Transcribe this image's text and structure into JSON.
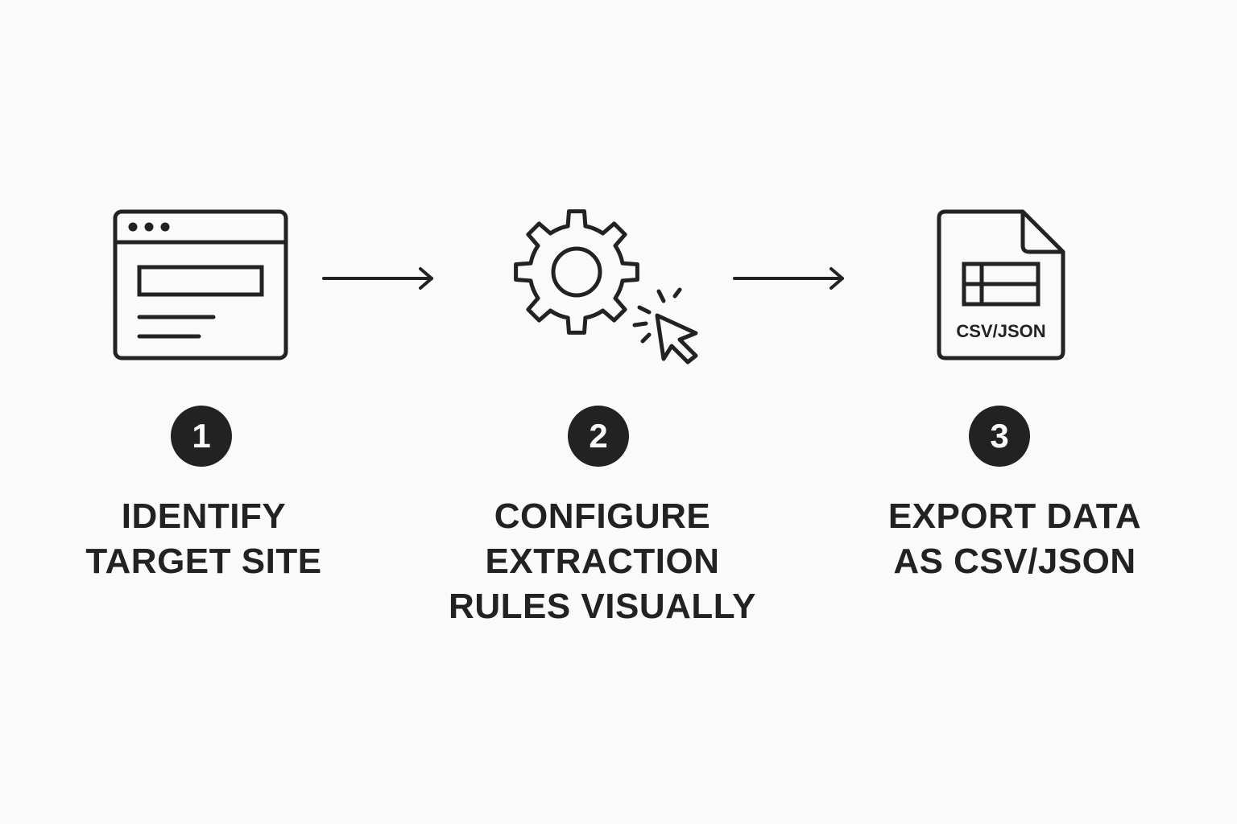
{
  "steps": [
    {
      "number": "1",
      "icon": "browser-window-icon",
      "label_lines": [
        "IDENTIFY",
        "TARGET SITE"
      ]
    },
    {
      "number": "2",
      "icon": "gear-with-cursor-icon",
      "label_lines": [
        "CONFIGURE",
        "EXTRACTION",
        "RULES VISUALLY"
      ]
    },
    {
      "number": "3",
      "icon": "data-file-icon",
      "icon_text": "CSV/JSON",
      "label_lines": [
        "EXPORT DATA",
        "AS CSV/JSON"
      ]
    }
  ],
  "colors": {
    "background": "#fafafa",
    "ink": "#222222"
  }
}
